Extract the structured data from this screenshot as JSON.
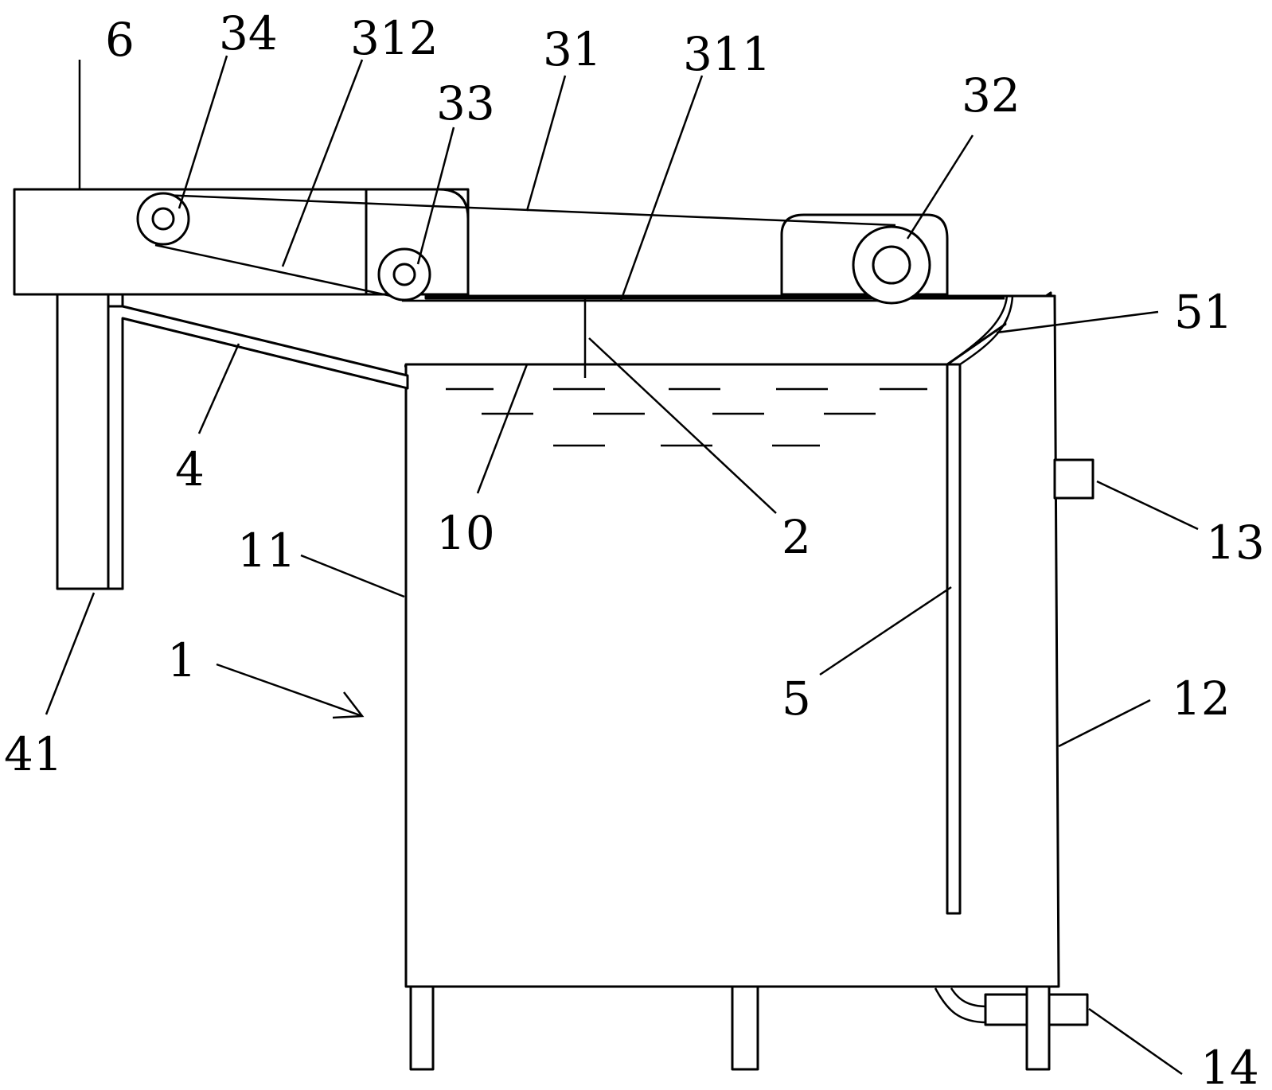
{
  "labels": {
    "l6": "6",
    "l34": "34",
    "l312": "312",
    "l31": "31",
    "l33": "33",
    "l311": "311",
    "l32": "32",
    "l51": "51",
    "l4": "4",
    "l10": "10",
    "l2": "2",
    "l13": "13",
    "l11": "11",
    "l1": "1",
    "l5": "5",
    "l12": "12",
    "l41": "41",
    "l14": "14"
  }
}
